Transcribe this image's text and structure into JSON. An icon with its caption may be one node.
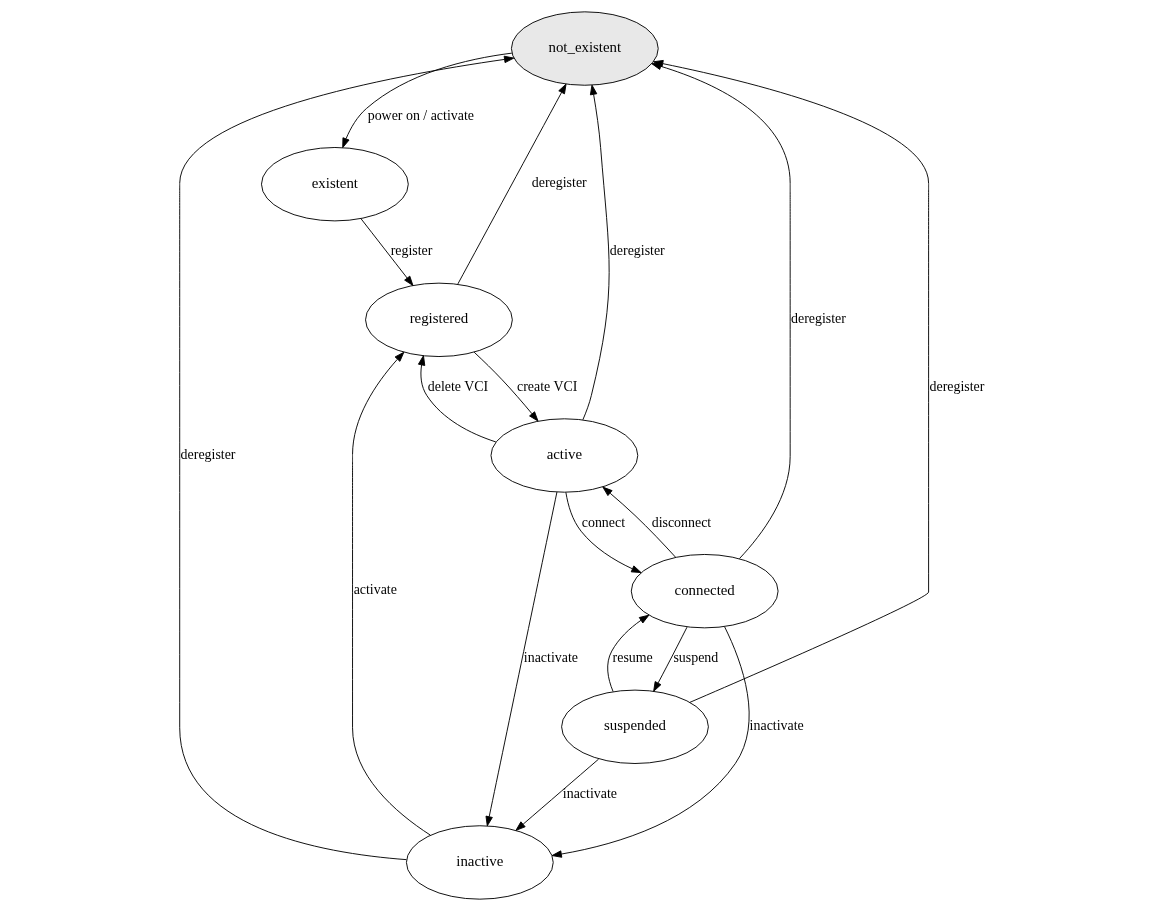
{
  "diagram": {
    "nodes": [
      {
        "text": [
          "not_existent"
        ]
      },
      {
        "text": [
          "existent"
        ]
      },
      {
        "text": [
          "inactive"
        ]
      },
      {
        "text": [
          "registered"
        ]
      },
      {
        "text": [
          "suspended"
        ]
      },
      {
        "text": [
          "active"
        ]
      },
      {
        "text": [
          "connected"
        ]
      }
    ],
    "edges": [
      {
        "from": 0,
        "to": 1,
        "arrow": "to",
        "label": "power on / activate"
      },
      {
        "from": 1,
        "to": 3,
        "arrow": "to",
        "label": "register"
      },
      {
        "from": 3,
        "to": 0,
        "arrow": "to",
        "label": "deregister"
      },
      {
        "from": 2,
        "to": 0,
        "arrow": "to",
        "label": "deregister"
      },
      {
        "from": 2,
        "to": 3,
        "arrow": "to",
        "label": "activate"
      },
      {
        "from": 4,
        "to": 0,
        "arrow": "to",
        "label": "deregister"
      },
      {
        "from": 4,
        "to": 2,
        "arrow": "to",
        "label": "inactivate"
      },
      {
        "from": 3,
        "to": 5,
        "arrow": "to",
        "label": "create VCI"
      },
      {
        "from": 5,
        "to": 3,
        "arrow": "to",
        "label": "delete VCI"
      },
      {
        "from": 5,
        "to": 0,
        "arrow": "to",
        "label": "deregister"
      },
      {
        "from": 5,
        "to": 2,
        "arrow": "to",
        "label": "inactivate"
      },
      {
        "from": 5,
        "to": 6,
        "arrow": "to",
        "label": "connect"
      },
      {
        "from": 6,
        "to": 5,
        "arrow": "to",
        "label": "disconnect"
      },
      {
        "from": 6,
        "to": 0,
        "arrow": "to",
        "label": "deregister"
      },
      {
        "from": 6,
        "to": 2,
        "arrow": "to",
        "label": "inactivate"
      },
      {
        "from": 6,
        "to": 4,
        "arrow": "to",
        "label": "suspend"
      },
      {
        "from": 4,
        "to": 6,
        "arrow": "to",
        "label": "resume"
      }
    ]
  }
}
